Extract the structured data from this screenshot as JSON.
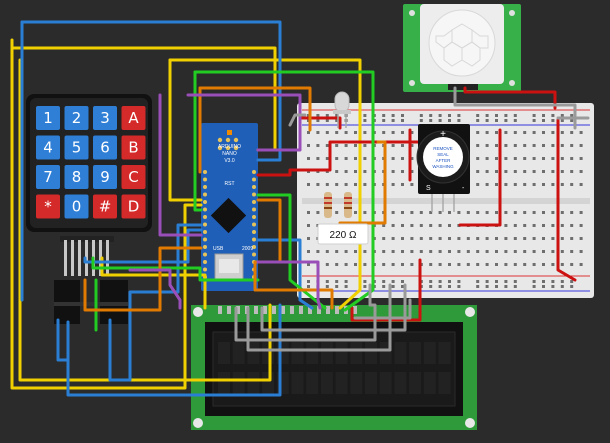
{
  "keypad": {
    "keys": [
      {
        "label": "1",
        "color": "#2f7fd6"
      },
      {
        "label": "2",
        "color": "#2f7fd6"
      },
      {
        "label": "3",
        "color": "#2f7fd6"
      },
      {
        "label": "A",
        "color": "#d42a2a"
      },
      {
        "label": "4",
        "color": "#2f7fd6"
      },
      {
        "label": "5",
        "color": "#2f7fd6"
      },
      {
        "label": "6",
        "color": "#2f7fd6"
      },
      {
        "label": "B",
        "color": "#d42a2a"
      },
      {
        "label": "7",
        "color": "#2f7fd6"
      },
      {
        "label": "8",
        "color": "#2f7fd6"
      },
      {
        "label": "9",
        "color": "#2f7fd6"
      },
      {
        "label": "C",
        "color": "#d42a2a"
      },
      {
        "label": "*",
        "color": "#d42a2a"
      },
      {
        "label": "0",
        "color": "#2f7fd6"
      },
      {
        "label": "#",
        "color": "#d42a2a"
      },
      {
        "label": "D",
        "color": "#d42a2a"
      }
    ]
  },
  "arduino": {
    "brand": "ARDUINO",
    "model": "NANO",
    "version": "V3.0",
    "pin_rst": "RST",
    "pin_usb": "USB",
    "year": "2009"
  },
  "resistor": {
    "label": "220 Ω"
  },
  "buzzer": {
    "plus": "+",
    "line1": "REMOVE",
    "line2": "SEAL",
    "line3": "AFTER",
    "line4": "WASHING",
    "pin_s": "S",
    "pin_minus": "-"
  },
  "colors": {
    "background": "#2b2b2b",
    "pcb": "#2f9a3a",
    "arduino": "#1f5fb8",
    "breadboard": "#e6e6e6",
    "wire_yellow": "#f0d000",
    "wire_blue": "#2a7fd4",
    "wire_red": "#cc1111",
    "wire_green": "#22cc22",
    "wire_orange": "#e07a00",
    "wire_purple": "#9a4fb8",
    "wire_gray": "#9a9a9a"
  }
}
